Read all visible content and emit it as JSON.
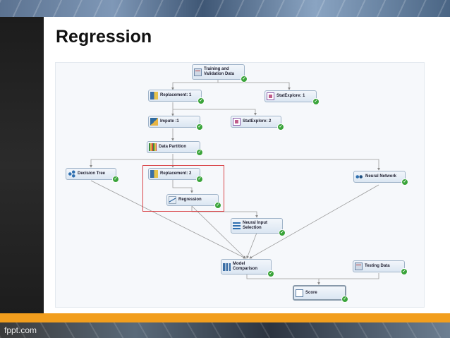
{
  "slide": {
    "title": "Regression",
    "footer": "fppt.com",
    "accent_color": "#f29e1d",
    "highlight_color": "#d9464a"
  },
  "nodes": {
    "training": {
      "label": "Training and\nValidation Data",
      "icon": "data-source-icon"
    },
    "replacement1": {
      "label": "Replacement: 1",
      "icon": "replacement-icon"
    },
    "statexplore1": {
      "label": "StatExplore: 1",
      "icon": "statexplore-icon"
    },
    "impute1": {
      "label": "Impute :1",
      "icon": "impute-icon"
    },
    "statexplore2": {
      "label": "StatExplore: 2",
      "icon": "statexplore-icon"
    },
    "datapartition": {
      "label": "Data Partition",
      "icon": "data-partition-icon"
    },
    "decisiontree": {
      "label": "Decision Tree",
      "icon": "decision-tree-icon"
    },
    "replacement2": {
      "label": "Replacement: 2",
      "icon": "replacement-icon"
    },
    "neuralnetwork": {
      "label": "Neural Network",
      "icon": "neural-network-icon"
    },
    "regression": {
      "label": "Regression",
      "icon": "regression-icon"
    },
    "neuralinput": {
      "label": "Neural Input\nSelection",
      "icon": "neural-input-icon"
    },
    "modelcomparison": {
      "label": "Model\nComparison",
      "icon": "model-comparison-icon"
    },
    "testingdata": {
      "label": "Testing Data",
      "icon": "data-source-icon"
    },
    "score": {
      "label": "Score",
      "icon": "score-icon"
    }
  }
}
